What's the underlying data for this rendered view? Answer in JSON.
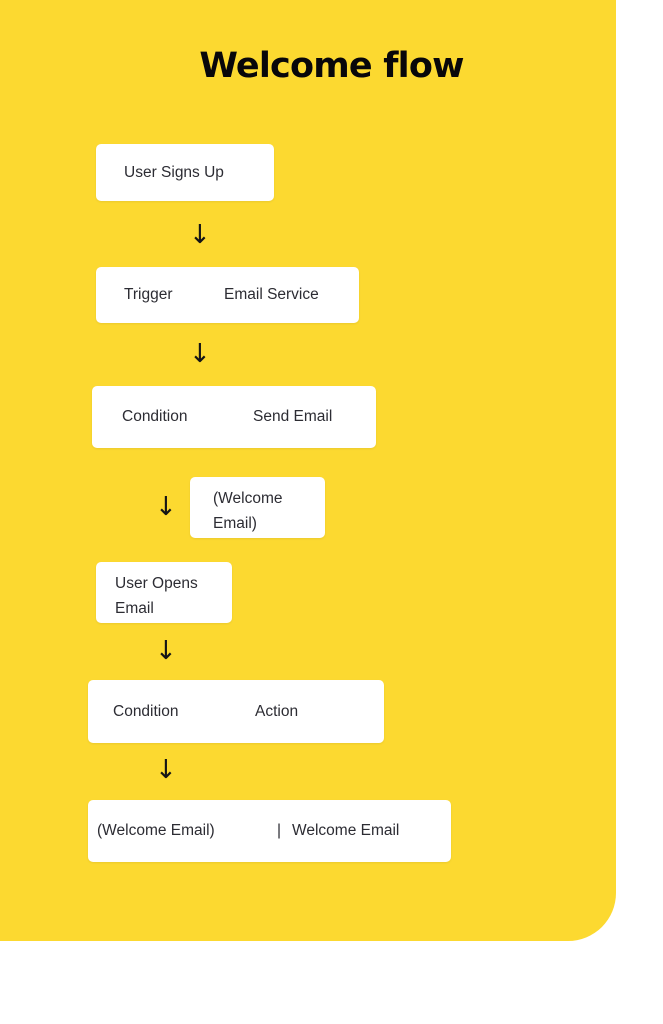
{
  "theme": {
    "canvas_color": "#FCD930",
    "node_color": "#FFFFFF",
    "text_color": "#2C2C33",
    "title_color": "#08070A",
    "page_background": "#FFFFFF"
  },
  "header": {
    "title": "Welcome flow"
  },
  "diagram_data": {
    "type": "flowchart",
    "orientation": "vertical",
    "title": "Welcome flow",
    "connector_glyph": "↓",
    "nodes": [
      {
        "id": "user-signs-up",
        "label": "User Signs Up",
        "segments": [
          "User Signs Up"
        ]
      },
      {
        "id": "trigger-email-service",
        "label": "Trigger  Email Service",
        "segments": [
          "Trigger",
          "Email Service"
        ]
      },
      {
        "id": "condition-send-email",
        "label": "Condition  Send Email",
        "segments": [
          "Condition",
          "Send Email"
        ]
      },
      {
        "id": "welcome-email-parens",
        "label": "(Welcome Email)",
        "lines": [
          "(Welcome",
          "Email)"
        ]
      },
      {
        "id": "user-opens-email",
        "label": "User Opens Email",
        "lines": [
          "User Opens",
          "Email"
        ]
      },
      {
        "id": "condition-action",
        "label": "Condition  Action",
        "segments": [
          "Condition",
          "Action"
        ]
      },
      {
        "id": "welcome-email-pair",
        "label": "(Welcome Email) | Welcome Email",
        "segments": [
          "(Welcome Email)",
          "|",
          "Welcome Email"
        ]
      }
    ],
    "edges": [
      {
        "from": "user-signs-up",
        "to": "trigger-email-service",
        "glyph": "↓"
      },
      {
        "from": "trigger-email-service",
        "to": "condition-send-email",
        "glyph": "↓"
      },
      {
        "from": "condition-send-email",
        "to": "user-opens-email",
        "glyph": "↓"
      },
      {
        "from": "user-opens-email",
        "to": "condition-action",
        "glyph": "↓"
      },
      {
        "from": "condition-action",
        "to": "welcome-email-pair",
        "glyph": "↓"
      }
    ]
  }
}
